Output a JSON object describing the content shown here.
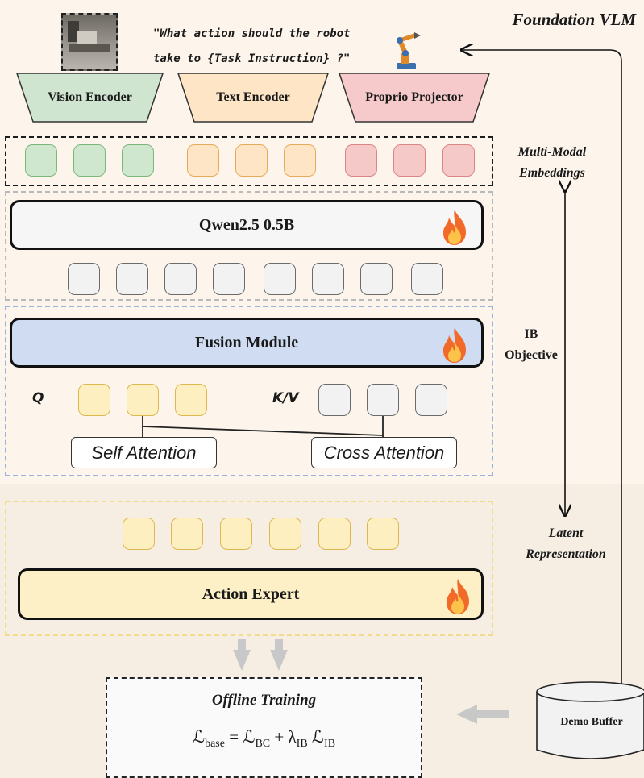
{
  "header": {
    "title": "Foundation VLM",
    "prompt_line1": "\"What action should the robot",
    "prompt_line2": "take to {Task Instruction} ?\""
  },
  "encoders": {
    "vision": "Vision Encoder",
    "text": "Text Encoder",
    "proprio": "Proprio Projector"
  },
  "llm": {
    "label": "Qwen2.5 0.5B"
  },
  "fusion": {
    "label": "Fusion Module",
    "q_label": "Q",
    "kv_label": "K/V",
    "self_attention": "Self Attention",
    "cross_attention": "Cross Attention"
  },
  "action": {
    "label": "Action Expert"
  },
  "side_labels": {
    "multimodal_line1": "Multi-Modal",
    "multimodal_line2": "Embeddings",
    "ib_line1": "IB",
    "ib_line2": "Objective",
    "latent_line1": "Latent",
    "latent_line2": "Representation"
  },
  "training": {
    "title": "Offline Training",
    "loss_lhs": "ℒ",
    "loss_lhs_sub": "base",
    "eq": " = ",
    "loss_bc": "ℒ",
    "loss_bc_sub": "BC",
    "plus": " + λ",
    "lambda_sub": "IB",
    "loss_ib": " ℒ",
    "loss_ib_sub": "IB"
  },
  "buffer": {
    "label": "Demo Buffer"
  },
  "colors": {
    "green": "#cfe7cf",
    "orange": "#fde5c6",
    "red": "#f6c9c9",
    "gray": "#f2f2f2",
    "yellow": "#fdefbf",
    "fusion_blue": "#cfdcf2",
    "action_yellow": "#fdf0c6"
  }
}
